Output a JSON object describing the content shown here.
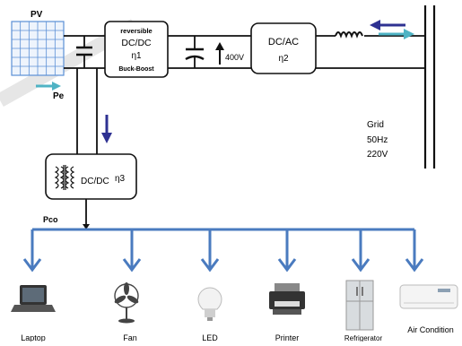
{
  "labels": {
    "pv": "PV",
    "pe": "Pe",
    "converter1_line1": "reversible",
    "converter1_line2": "DC/DC",
    "converter1_eff": "η1",
    "converter1_type": "Buck-Boost",
    "dc_bus_voltage": "400V",
    "inverter": "DC/AC",
    "inverter_eff": "η2",
    "grid": "Grid",
    "grid_freq": "50Hz",
    "grid_voltage": "220V",
    "converter3": "DC/DC",
    "converter3_eff": "η3",
    "pco": "Pco"
  },
  "loads": [
    {
      "name": "Laptop",
      "icon": "laptop-icon"
    },
    {
      "name": "Fan",
      "icon": "fan-icon"
    },
    {
      "name": "LED",
      "icon": "led-bulb-icon"
    },
    {
      "name": "Printer",
      "icon": "printer-icon"
    },
    {
      "name": "Refrigerator",
      "icon": "refrigerator-icon"
    },
    {
      "name": "Air Condition",
      "icon": "air-conditioner-icon"
    }
  ],
  "colors": {
    "wire": "#111111",
    "load_bus": "#4a7bbf",
    "arrow_dark": "#2e3192",
    "arrow_teal": "#4fb3c4",
    "pv_cell": "#5b8fd6"
  }
}
